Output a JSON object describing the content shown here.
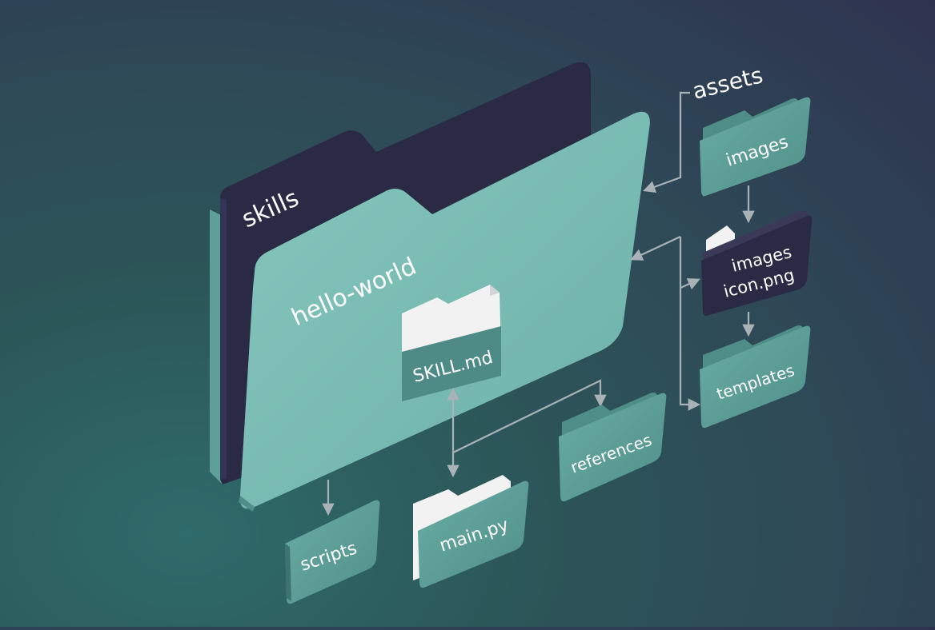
{
  "diagram": {
    "root_folder": "skills",
    "skill_folder": "hello-world",
    "skill_file": "SKILL.md",
    "folders": {
      "assets": "assets",
      "images": "images",
      "images_file_line1": "images",
      "images_file_line2": "icon.png",
      "templates": "templates",
      "references": "references",
      "scripts": "scripts",
      "main_file": "main.py"
    }
  },
  "colors": {
    "teal_light": "#7cbfb6",
    "teal_mid": "#5e9f98",
    "teal_dark": "#3e7470",
    "navy": "#2a2a45",
    "navy_light": "#3a3a58",
    "arrow": "#a9b3b7",
    "paper": "#f2f2f2"
  }
}
